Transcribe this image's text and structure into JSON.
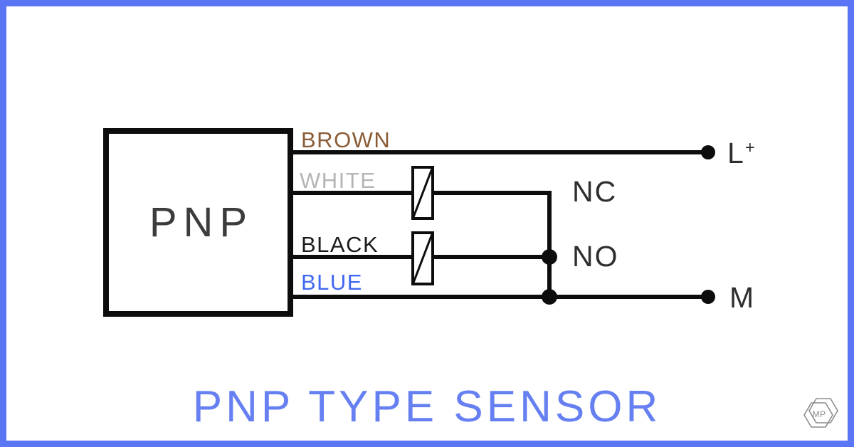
{
  "colors": {
    "frame_blue": "#5b76f5",
    "title_blue": "#6680f2",
    "wire_black": "#0d0d0d",
    "label_brown": "#8a5c36",
    "label_white": "#b5b5b5",
    "label_black": "#1c1c1c",
    "label_blue": "#4168f0",
    "logo_gray": "#8c8c8c"
  },
  "diagram": {
    "sensor_label": "PNP",
    "wire_labels": {
      "brown": "BROWN",
      "white": "WHITE",
      "black": "BLACK",
      "blue": "BLUE"
    },
    "contact_labels": {
      "nc": "NC",
      "no": "NO"
    },
    "terminal_labels": {
      "positive_base": "L",
      "positive_sup": "+",
      "negative": "M"
    }
  },
  "footer": {
    "title": "PNP TYPE SENSOR",
    "logo_text": "MP"
  }
}
